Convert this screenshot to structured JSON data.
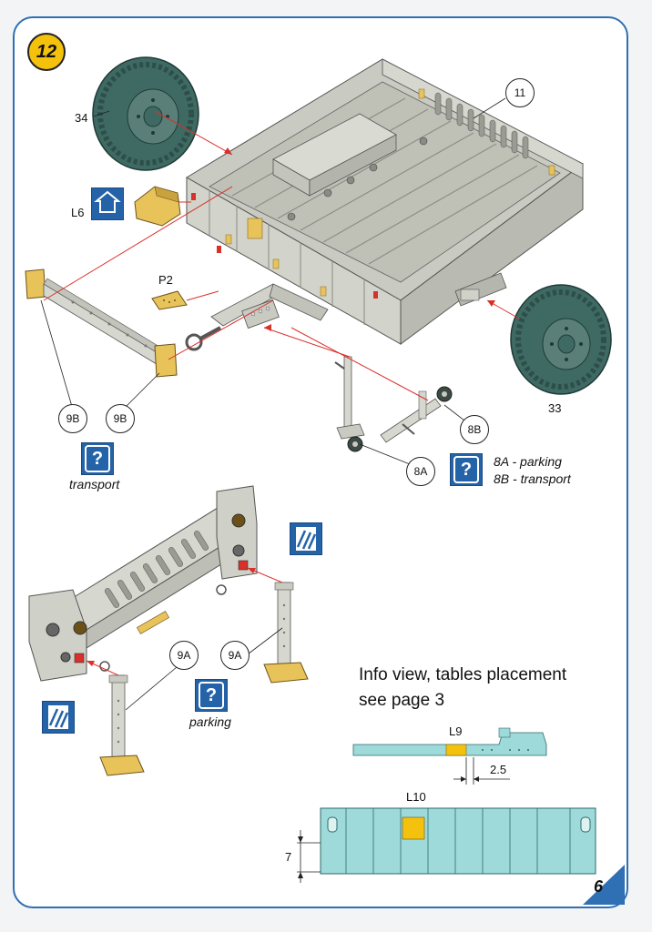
{
  "header": {
    "step_number": "12"
  },
  "callouts": {
    "part_11": "11",
    "part_34": "34",
    "part_33": "33",
    "part_L6": "L6",
    "part_P2": "P2",
    "part_9B_left": "9B",
    "part_9B_right": "9B",
    "part_8A": "8A",
    "part_8B": "8B",
    "part_9A_left": "9A",
    "part_9A_right": "9A",
    "part_L9": "L9",
    "part_L10": "L10"
  },
  "options": {
    "transport_label": "transport",
    "parking_label": "parking",
    "legend_8A": "8A - parking",
    "legend_8B": "8B - transport",
    "question_mark": "?"
  },
  "info": {
    "line1": "Info view, tables placement",
    "line2": "see page 3"
  },
  "dimensions": {
    "l9_offset": "2.5",
    "l10_height": "7"
  },
  "footer": {
    "page_number": "6"
  },
  "colors": {
    "frame_blue": "#2f6fb3",
    "badge_yellow": "#f4c20d",
    "hull_grey": "#cfd0c6",
    "tyre_green": "#3f6a63",
    "part_yellow": "#e8c35a",
    "table_cyan": "#9fdada",
    "arrow_red": "#d9302a",
    "icon_blue": "#2563a8"
  }
}
